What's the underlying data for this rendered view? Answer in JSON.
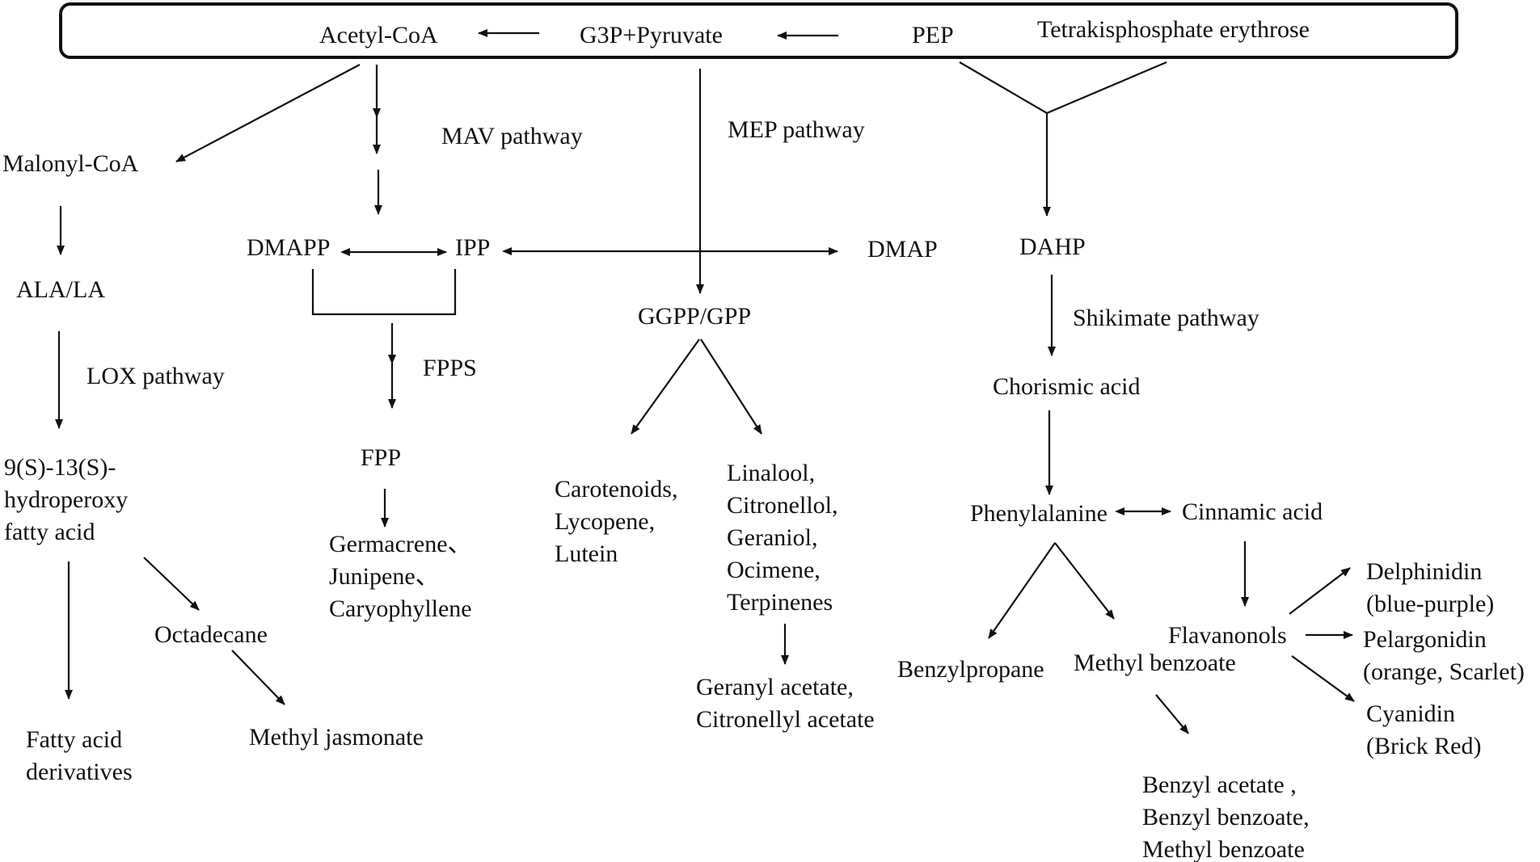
{
  "top_bar": {
    "acetyl_coa": "Acetyl-CoA",
    "g3p_pyruvate": "G3P+Pyruvate",
    "pep": "PEP",
    "erythrose": "Tetrakisphosphate erythrose"
  },
  "lox_branch": {
    "malonyl_coa": "Malonyl-CoA",
    "ala_la": "ALA/LA",
    "lox_pathway": "LOX pathway",
    "hydroperoxy": [
      "9(S)-13(S)-",
      "hydroperoxy",
      "fatty acid"
    ],
    "octadecane": "Octadecane",
    "methyl_jasmonate": "Methyl jasmonate",
    "fatty_acid_derivatives": [
      "Fatty acid",
      "derivatives"
    ]
  },
  "mav_branch": {
    "mav_pathway": "MAV pathway",
    "dmapp": "DMAPP",
    "ipp": "IPP",
    "fpps": "FPPS",
    "fpp": "FPP",
    "sesquiterpenes": [
      "Germacrene、",
      "Junipene、",
      "Caryophyllene"
    ]
  },
  "mep_branch": {
    "mep_pathway": "MEP pathway",
    "dmap": "DMAP",
    "ggpp_gpp": "GGPP/GPP",
    "carotenoids": [
      "Carotenoids,",
      "Lycopene,",
      "Lutein"
    ],
    "monoterpenes": [
      "Linalool,",
      "Citronellol,",
      "Geraniol,",
      "Ocimene,",
      "Terpinenes"
    ],
    "acetates": [
      "Geranyl acetate,",
      "Citronellyl acetate"
    ]
  },
  "shikimate_branch": {
    "dahp": "DAHP",
    "shikimate_pathway": "Shikimate pathway",
    "chorismic_acid": "Chorismic acid",
    "phenylalanine": "Phenylalanine",
    "cinnamic_acid": "Cinnamic acid",
    "benzylpropane": "Benzylpropane",
    "methyl_benzoate": "Methyl benzoate",
    "benzenoids": [
      "Benzyl acetate ,",
      "Benzyl benzoate,",
      "Methyl benzoate"
    ],
    "flavanonols": "Flavanonols",
    "delphinidin": [
      "Delphinidin",
      "(blue-purple)"
    ],
    "pelargonidin": [
      "Pelargonidin",
      "(orange, Scarlet)"
    ],
    "cyanidin": [
      "Cyanidin",
      "(Brick Red)"
    ]
  }
}
